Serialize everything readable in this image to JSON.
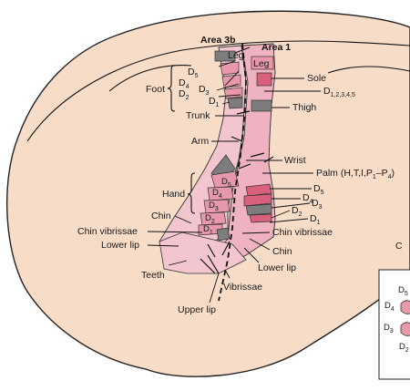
{
  "areas": {
    "area_3b": "Area 3b",
    "area_1": "Area 1"
  },
  "foot": {
    "label": "Foot",
    "digits_area3b": [
      {
        "base": "D",
        "sub": "5"
      },
      {
        "base": "D",
        "sub": "4"
      },
      {
        "base": "D",
        "sub": "3"
      },
      {
        "base": "D",
        "sub": "2"
      },
      {
        "base": "D",
        "sub": "1"
      }
    ],
    "leg_3b": "Leg",
    "leg_1": "Leg",
    "sole": "Sole",
    "d_area1": {
      "base": "D",
      "sub": "1,2,3,4,5"
    },
    "thigh": "Thigh"
  },
  "trunk": "Trunk",
  "arm": "Arm",
  "wrist": "Wrist",
  "palm": {
    "base": "Palm (H,T,I,P",
    "sub1": "1",
    "mid": "–P",
    "sub2": "4",
    "end": ")"
  },
  "hand": {
    "label": "Hand",
    "digits_area3b": [
      {
        "base": "D",
        "sub": "5"
      },
      {
        "base": "D",
        "sub": "4"
      },
      {
        "base": "D",
        "sub": "3"
      },
      {
        "base": "D",
        "sub": "2"
      },
      {
        "base": "D",
        "sub": "1"
      }
    ],
    "digits_area1": [
      {
        "base": "D",
        "sub": "5"
      },
      {
        "base": "D",
        "sub": "4"
      },
      {
        "base": "D",
        "sub": "3"
      },
      {
        "base": "D",
        "sub": "2"
      },
      {
        "base": "D",
        "sub": "1"
      }
    ]
  },
  "face": {
    "chin": "Chin",
    "chin_vibrissae_left": "Chin vibrissae",
    "lower_lip_left": "Lower lip",
    "teeth": "Teeth",
    "upper_lip": "Upper lip",
    "vibrissae": "Vibrissae",
    "chin_vibrissae_right": "Chin vibrissae",
    "chin_right": "Chin",
    "lower_lip_right": "Lower lip"
  },
  "panel_c": {
    "letter": "C",
    "digits": [
      {
        "base": "D",
        "sub": "5"
      },
      {
        "base": "D",
        "sub": "4"
      },
      {
        "base": "D",
        "sub": "3"
      },
      {
        "base": "D",
        "sub": "2"
      }
    ]
  },
  "colors": {
    "brain": "#f7dcc7",
    "strip_light": "#f3c6cf",
    "strip_mid": "#e898ab",
    "strip_dark": "#d9607c",
    "grey": "#7d7d7d"
  }
}
